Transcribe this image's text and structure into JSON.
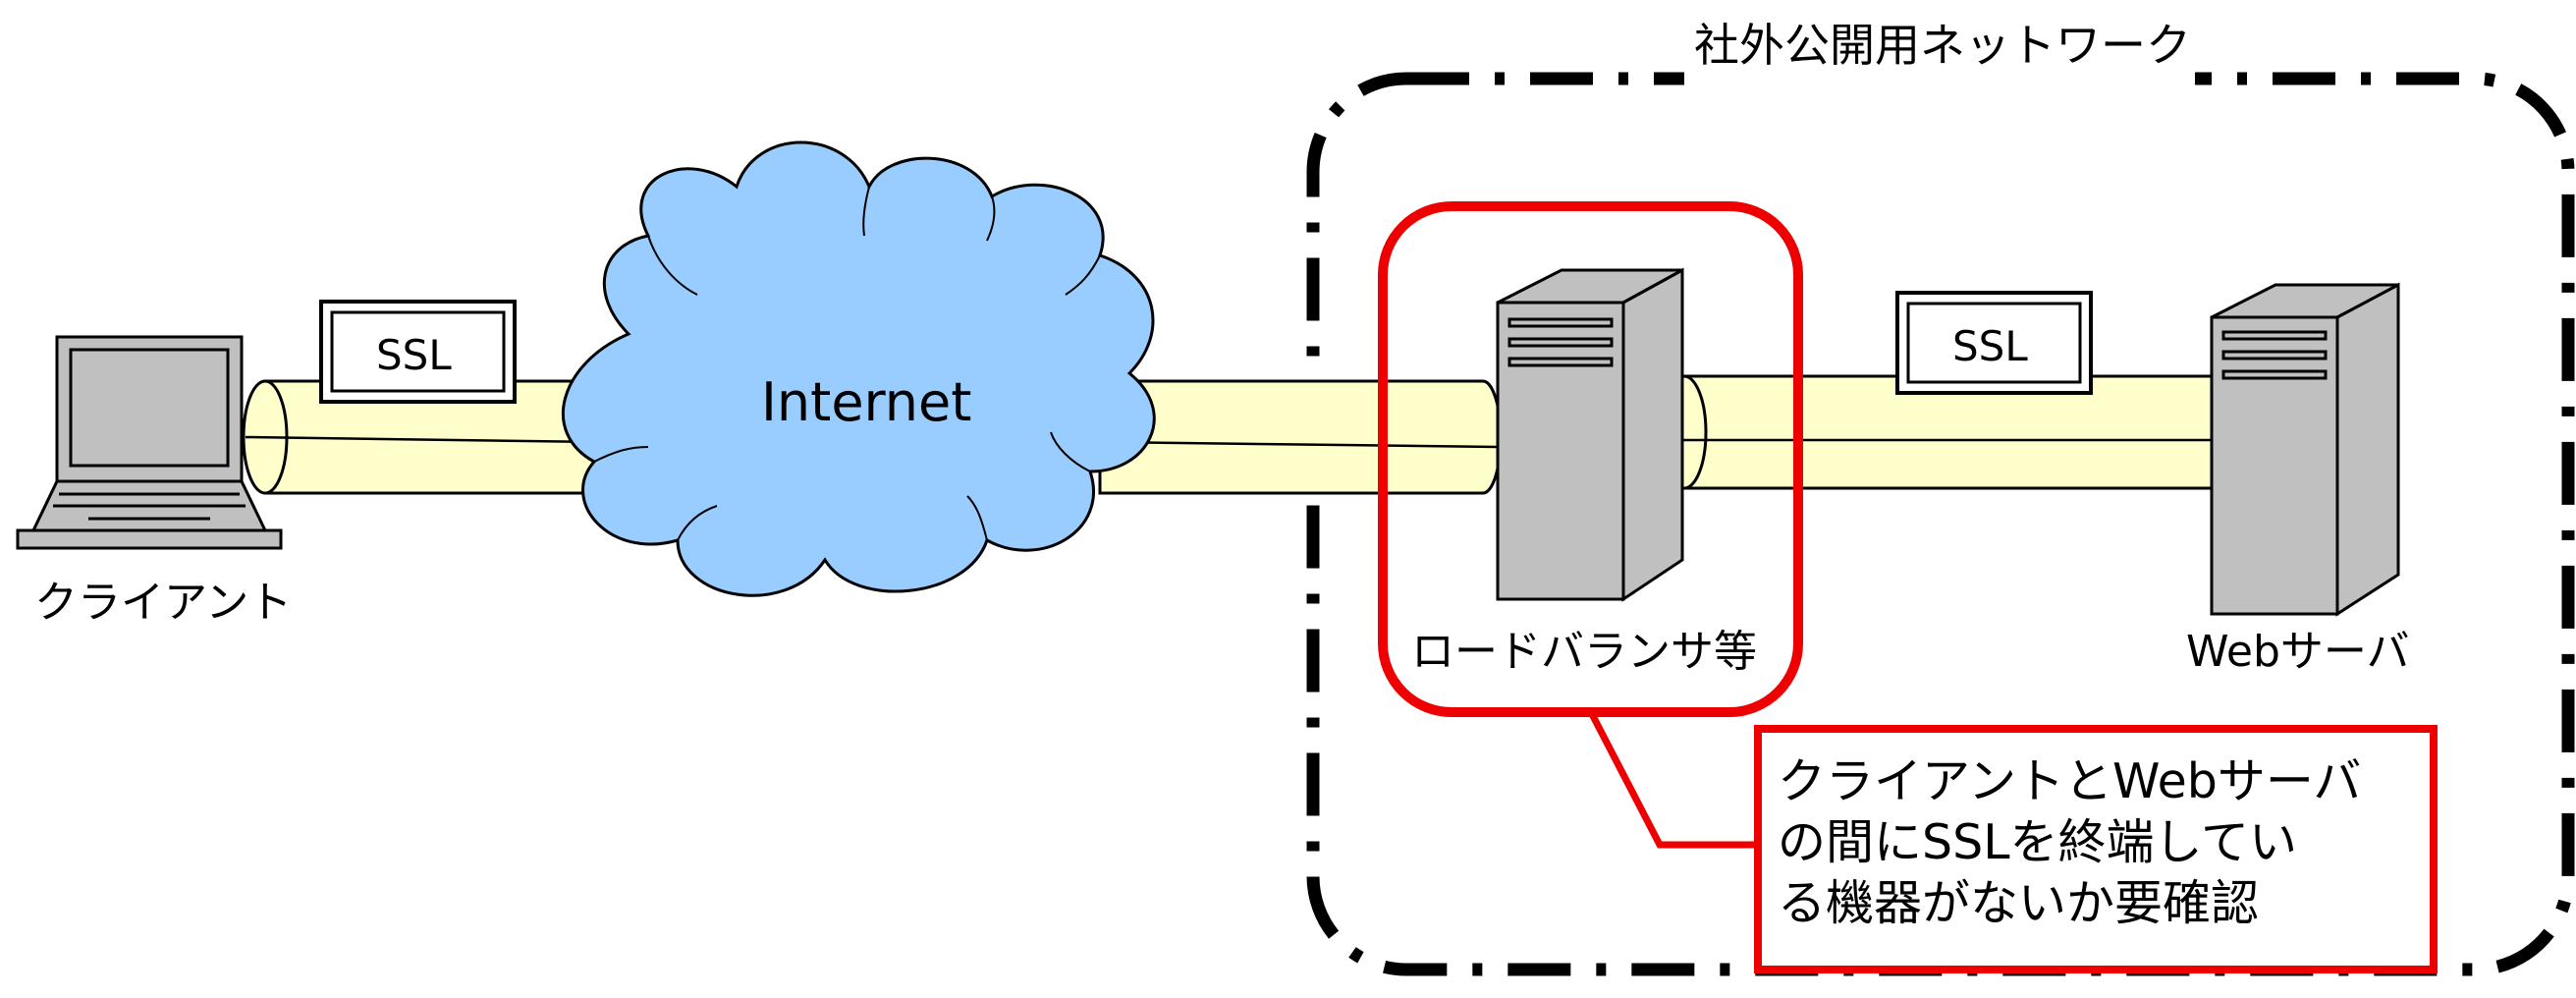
{
  "network_title": "社外公開用ネットワーク",
  "client_label": "クライアント",
  "internet_label": "Internet",
  "ssl_label_left": "SSL",
  "ssl_label_right": "SSL",
  "loadbalancer_label": "ロードバランサ等",
  "webserver_label": "Webサーバ",
  "note_lines": [
    "クライアントとWebサーバ",
    "の間にSSLを終端してい",
    "る機器がないか要確認"
  ],
  "colors": {
    "tube_fill": "#ffffcc",
    "cloud_fill": "#99ccff",
    "server_fill": "#c0c0c0",
    "highlight": "#ee0000",
    "boundary": "#000000"
  }
}
